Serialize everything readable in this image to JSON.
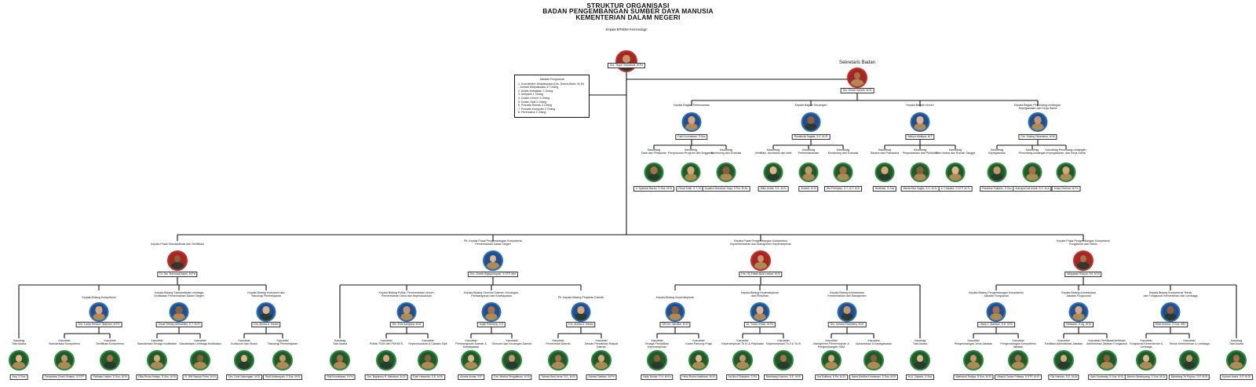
{
  "title": {
    "line1": "STRUKTUR ORGANISASI",
    "line2": "BADAN PENGEMBANGAN SUMBER DAYA MANUSIA",
    "line3": "KEMENTERIAN DALAM NEGERI"
  },
  "fungsional": {
    "heading": "Jabatan Fungsional",
    "lines": [
      "1. Koordinator Widyaiswara (Drs. Donna Abdo, M.Si)",
      "   - Jumlah Widyaiswara 37 Orang",
      "2. Analis Kebijakan 7 Orang",
      "3. Arsiparis 1 Orang",
      "4. Dosen Umum 3 Orang",
      "5. Dosen Sipil 2 Orang",
      "6. Pranata Humas 3 Orang",
      "7. Pranata Komputer 2 Orang",
      "8. Perencana 1 Orang"
    ]
  },
  "colors": {
    "line": "#111111",
    "ring_blue": "#2a6fb8",
    "ring_green": "#2e8b3e",
    "ring_red": "#c0312b",
    "uniform_khaki": "#b08a55",
    "uniform_dark": "#2b3a2e"
  },
  "nodes": [
    {
      "role": "Kepala BPSDM Kemendagri",
      "name": "Drs. Teguh Setyabudi, M.Pd",
      "ring": "red",
      "cls": "big"
    },
    {
      "role": "Sekretaris Badan",
      "name": "Drs. Dinan Hanoto, M.Si",
      "ring": "red",
      "cls": "sek"
    },
    {
      "role": "Kepala Bagian Perencanaan",
      "name": "Fathi Kurniawan, S.Sos",
      "ring": "blue"
    },
    {
      "role": "Kepala Bagian Keuangan",
      "name": "Rosalinda Sagala, S.E, M.Si",
      "ring": "blue"
    },
    {
      "role": "Kepala Bagian Umum",
      "name": "Wahyu Widayat, M.T",
      "ring": "blue"
    },
    {
      "role": "Kepala Bagian Perundang-undangan,\nKepegawaian dan Kerja Sama",
      "name": "Drs. Erwing Oktavianto, M.M",
      "ring": "blue"
    },
    {
      "role": "Kasubbag\nData dan Pelaporan",
      "name": "Ir. Syahrial Bachri, S.Sos, M.Si",
      "ring": "green"
    },
    {
      "role": "Kasubbag\nPenyusunan Program dan Anggaran",
      "name": "Fikral Sutik, S.T, M.T",
      "ring": "green"
    },
    {
      "role": "Kasubbag\nMonitoring dan Evaluasi",
      "name": "Dyastra Stevanus Yoga, S.Psi, M.Ak",
      "ring": "green"
    },
    {
      "role": "Kasubbag\nVerifikasi, Akuntansi dan Aset",
      "name": "Wiku Astuti, S.E, M.Si",
      "ring": "green"
    },
    {
      "role": "Kasubbag\nPerbendaharaan",
      "name": "Andarti, M.Si",
      "ring": "green"
    },
    {
      "role": "Kasubbag\nMonitoring dan Evaluasi",
      "name": "Ria Febriyani, S.T, M.T, M.E",
      "ring": "green"
    },
    {
      "role": "Kasubbag\nSarana dan Prasarana",
      "name": "Budiman, S.Sos",
      "ring": "green"
    },
    {
      "role": "Kasubbag\nPerpustakaan dan Publikasi",
      "name": "Meida Eka Sagita, S.H, M.Si",
      "ring": "green"
    },
    {
      "role": "Kasubbag\nTata Usaha dan Rumah Tangga",
      "name": "Ir. Chandra, S.STP, M.Si",
      "ring": "green"
    },
    {
      "role": "Kasubbag\nKepegawaian",
      "name": "Randikar Pujianto, S.Sos",
      "ring": "green"
    },
    {
      "role": "Kasubbag\nPerundang-undangan",
      "name": "Anindya Dwi Astuti, S.E, M.A",
      "ring": "green"
    },
    {
      "role": "Kasubbag Perundang-undangan,\nKepegawaian, dan Kerja Sama",
      "name": "Anisa Glorinia, M.Pd",
      "ring": "green"
    },
    {
      "role": "Kepala Pusat Standardisasi dan Sertifikasi",
      "name": "Dr. Drs. Rahmadi Bams, M.Pd",
      "ring": "red"
    },
    {
      "role": "Plt. Kepala Pusat Pengembangan Kompetensi\nPemerintahan Dalam Negeri",
      "name": "Drs. Chotib Wijayantoputri, S.STP, MM",
      "ring": "blue"
    },
    {
      "role": "Kepala Pusat Pengembangan Kompetensi\nKepemerintahan dan Manajemen Kepemimpinan",
      "name": "Drs. Hj. Erfiani Budi Lestari, M.Si",
      "ring": "red"
    },
    {
      "role": "Kepala Pusat Pengembangan Kompetensi\nFungsional dan Teknis",
      "name": "Widyasari Rosyid, SH, M.Si",
      "ring": "red"
    },
    {
      "role": "Kepala Bidang Kompetensi",
      "name": "Drs. Lucas Herbert Tikakuan, M.Pd",
      "ring": "blue"
    },
    {
      "role": "Kepala Bidang Standardisasi Lembaga\nKediklatan Pemerintahan Dalam Negeri",
      "name": "Oscar Dientry Ambarsiks, S.T, M.Si",
      "ring": "blue"
    },
    {
      "role": "Kepala Bidang Kurikulum dan\nTeknologi Pembelajaran",
      "name": "Drs. Aindra A. Hasan",
      "ring": "blue"
    },
    {
      "role": "Kepala Bidang Politik, Pemerintahan Umum,\nPemerintahan Desa dan Kependudukan",
      "name": "Drs. Erlie Adriyana, M.M",
      "ring": "blue"
    },
    {
      "role": "Kepala Bidang Otonomi Daerah, Keuangan,\nPembangunan dan Kewilayahan",
      "name": "Anjali Pettusmy, S.E",
      "ring": "blue"
    },
    {
      "role": "Plt. Kepala Bidang Pimpinan Daerah",
      "name": "Drs. Aindra A. Hasan",
      "ring": "blue"
    },
    {
      "role": "Kepala Bidang Kepemimpinan",
      "name": "SR Drs. Iqbullim, M.Si",
      "ring": "blue"
    },
    {
      "role": "Kepala Bidang Kepemimpinan\ndan Pimpinan",
      "name": "Dr. Tulus Lestari, M.Pd",
      "ring": "blue"
    },
    {
      "role": "Kepala Bidang Administrasi\nPemerintahan dan Manajemen",
      "name": "Drs. Umaria Erlandany, M.M",
      "ring": "blue"
    },
    {
      "role": "Kepala Bidang Pengembangan Kompetensi\nJabatan Fungsional",
      "name": "Jussy J. Siahaan, S.H, M.Si",
      "ring": "blue"
    },
    {
      "role": "Kepala Bidang Administrasi\nJabatan Fungsional",
      "name": "Setiawan, S.Ag, M.Si",
      "ring": "blue"
    },
    {
      "role": "Kepala Bidang Kompetensi Teknis\ndan Fungsional Kementerian dan Lembaga",
      "name": "Budi Astomo, S.Sos, MM",
      "ring": "blue"
    },
    {
      "role": "Kasubag\nTata Usaha",
      "name": "Iraq, S.Sos",
      "ring": "green"
    },
    {
      "role": "Kasubbid\nStandarisasi Kompetensi",
      "name": "Devantara Charli Oktiano, S.STP",
      "ring": "green"
    },
    {
      "role": "Kasubbid\nSertifikasi Kompetensi",
      "name": "Rahman Hakim, S.Sos, M.Si",
      "ring": "green"
    },
    {
      "role": "Kasubbid\nStandarisasi Tenaga Kediklatan",
      "name": "Dilia Ruvia Hidayu, S.Sos, M.Si",
      "ring": "green"
    },
    {
      "role": "Kasubbid\nStandarisasi Lembaga Kediklatan",
      "name": "R. Wili Septya Putra, M.Si",
      "ring": "green"
    },
    {
      "role": "Kasubbid\nKurikulum dan Modul",
      "name": "Drs. Gani Sakengiari, M.Si",
      "ring": "green"
    },
    {
      "role": "Kasubbid\nTeknologi Pembelajaran",
      "name": "Rudi Ardiansyah, S.Sos, M.Si",
      "ring": "green"
    },
    {
      "role": "Kasubag\nTata Usaha",
      "name": "Rila Komalasari, S.Pd",
      "ring": "green"
    },
    {
      "role": "Kasubbid\nPolitik, PUM dan PDKKES",
      "name": "Drs. Bayalusu R. Nababan, M.Si",
      "ring": "green"
    },
    {
      "role": "Kasubbid\nKependudukan & Catatan Sipil",
      "name": "Diah Hasanah, S.E, M.Si",
      "ring": "green"
    },
    {
      "role": "Kasubbid\nPembangunan Daerah & Kewilayahan",
      "name": "Awaris Anwar, S.E",
      "ring": "green"
    },
    {
      "role": "Kasubbid\nOtonomi dan Keuangan Daerah",
      "name": "Drs. Martha Pengalbuan, M.Si",
      "ring": "green"
    },
    {
      "role": "Kasubbid\nPemerintah Daerah",
      "name": "Tahara Setri Irene, S.E, M.Si",
      "ring": "green"
    },
    {
      "role": "Kasubbid\nDewan Perwakilan Rakyat Daerah",
      "name": "Ahmad Sarifani, M.Pd",
      "ring": "green"
    },
    {
      "role": "Kasubbid\nTenaga Pendidikan Kepemimpinan",
      "name": "Nelly Novita, S.H, M.Kn",
      "ring": "green"
    },
    {
      "role": "Kasubbid\nKader Pamong Praja",
      "name": "Heru Robin Hasibuan, M.Si",
      "ring": "green"
    },
    {
      "role": "Kasubbid\nKepemimpinan Tk.IV & Pelpilatan",
      "name": "Ita Novi Oktaviani, S.Pd",
      "ring": "green"
    },
    {
      "role": "Kasubbid\nKepemimpinan Tk.II & Tk.III",
      "name": "Bambang Kusumo, S.E, M.Si",
      "ring": "green"
    },
    {
      "role": "Kasubbid\nManajemen Pemerintahan & Pengembangan SDM",
      "name": "Ika Sulfiana, S.Pd, M.Si",
      "ring": "green"
    },
    {
      "role": "Kasubbid\nAdministrasi & Kepegawaian",
      "name": "Hana Dertika Kurniawan, S.Sos, M.Si",
      "ring": "green"
    },
    {
      "role": "Kasubag\nTata Usaha",
      "name": "M.A. Zakaria, S.Sos",
      "ring": "green"
    },
    {
      "role": "Kasubbid\nPengembangan Jenis Jabatan",
      "name": "Wartonoli Sediya, S.Sos, M.Si",
      "ring": "green"
    },
    {
      "role": "Kasubbid\nPengembangan Kompetensi Jabatan",
      "name": "Ubaydi Carlan Pribasa, S.STP, M.Si",
      "ring": "green"
    },
    {
      "role": "Kasubbid\nFasilitasi Administrasi Jabatan",
      "name": "Dik Hansan, S.E, M.M",
      "ring": "green"
    },
    {
      "role": "Kasubbid Sertifikasi/Verifikasi\nAdministrasi Jabatan Fungsional",
      "name": "Adis Sunawaty, S.Sos, M.Si",
      "ring": "green"
    },
    {
      "role": "Kasubbid\nFungsional Kementerian & Lembaga",
      "name": "Bahrin Simatupang, S.Sos, M.Si",
      "ring": "green"
    },
    {
      "role": "Kasubbid\nTeknis Kementerian & Lembaga",
      "name": "Bambang Tri Pujono, S.P, M.Si",
      "ring": "green"
    },
    {
      "role": "Kasubag\nTata Usaha",
      "name": "Ayman Halmi, S.P, M.Si",
      "ring": "green"
    }
  ]
}
